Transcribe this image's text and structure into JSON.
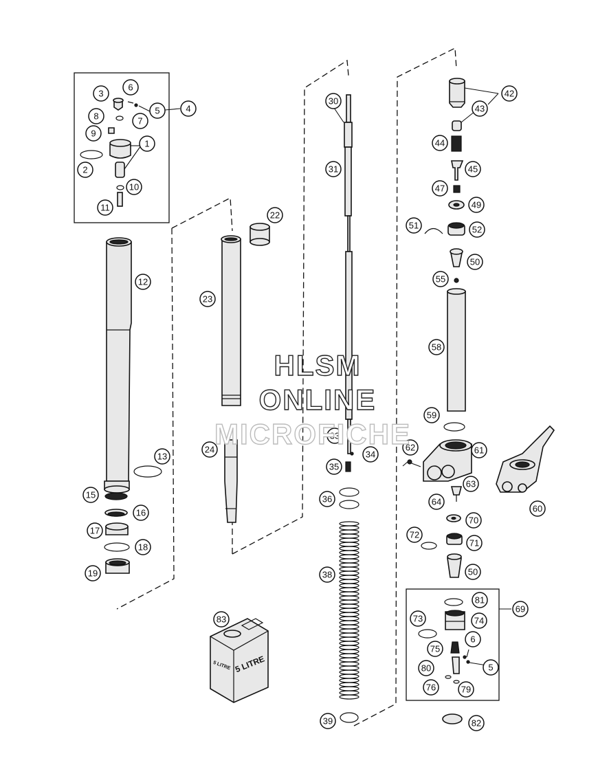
{
  "watermark": {
    "line1": "HLSM",
    "line2": "ONLINE",
    "line3": "MICROFICHE"
  },
  "container_label": {
    "big": "5 LITRE",
    "small": "5 LITRE"
  },
  "callouts": {
    "c1": "1",
    "c2": "2",
    "c3": "3",
    "c4": "4",
    "c5": "5",
    "c6": "6",
    "c7": "7",
    "c8": "8",
    "c9": "9",
    "c10": "10",
    "c11": "11",
    "c12": "12",
    "c13": "13",
    "c15": "15",
    "c16": "16",
    "c17": "17",
    "c18": "18",
    "c19": "19",
    "c22": "22",
    "c23": "23",
    "c24": "24",
    "c30": "30",
    "c31": "31",
    "c33": "33",
    "c34": "34",
    "c35": "35",
    "c36": "36",
    "c38": "38",
    "c39": "39",
    "c42": "42",
    "c43": "43",
    "c44": "44",
    "c45": "45",
    "c47": "47",
    "c49": "49",
    "c50a": "50",
    "c50b": "50",
    "c51": "51",
    "c52": "52",
    "c55": "55",
    "c58": "58",
    "c59": "59",
    "c60": "60",
    "c61": "61",
    "c62": "62",
    "c63": "63",
    "c64": "64",
    "c69": "69",
    "c70": "70",
    "c71": "71",
    "c72": "72",
    "c73": "73",
    "c74": "74",
    "c75": "75",
    "c76": "76",
    "c79": "79",
    "c80": "80",
    "c81": "81",
    "c82": "82",
    "c83": "83",
    "c5b": "5",
    "c6b": "6"
  }
}
